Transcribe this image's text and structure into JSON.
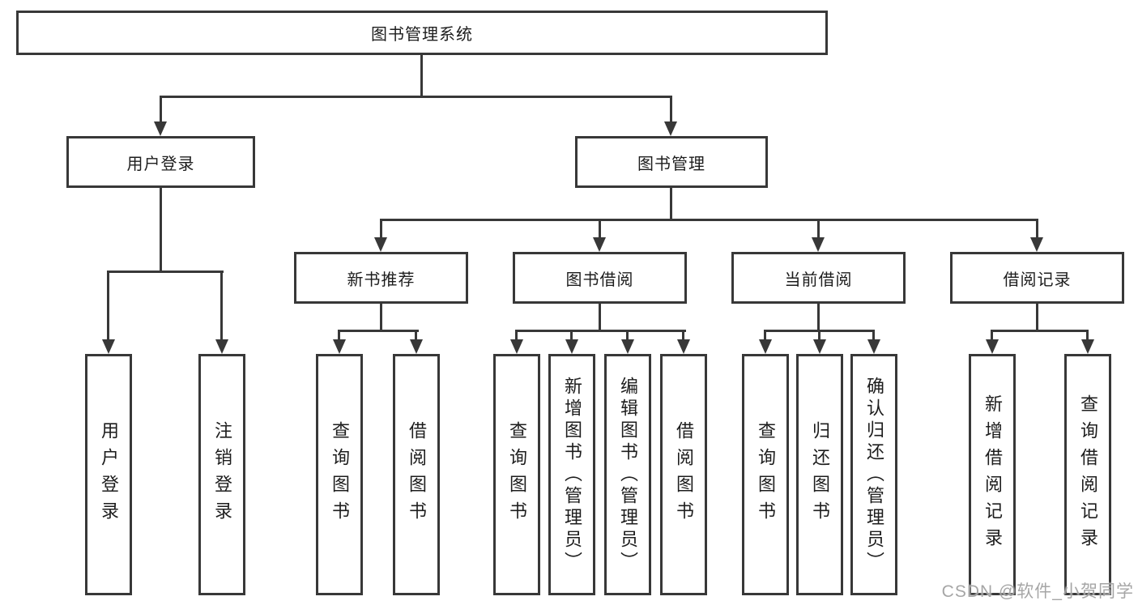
{
  "tree": {
    "root": "图书管理系统",
    "branches": [
      {
        "label": "用户登录",
        "leaves": [
          "用户登录",
          "注销登录"
        ]
      },
      {
        "label": "图书管理",
        "groups": [
          {
            "label": "新书推荐",
            "leaves": [
              "查询图书",
              "借阅图书"
            ]
          },
          {
            "label": "图书借阅",
            "leaves": [
              "查询图书",
              "新增图书（管理员）",
              "编辑图书（管理员）",
              "借阅图书"
            ]
          },
          {
            "label": "当前借阅",
            "leaves": [
              "查询图书",
              "归还图书",
              "确认归还（管理员）"
            ]
          },
          {
            "label": "借阅记录",
            "leaves": [
              "新增借阅记录",
              "查询借阅记录"
            ]
          }
        ]
      }
    ]
  },
  "watermark": "CSDN @软件_小贺同学",
  "colors": {
    "line": "#383838",
    "box_bg": "#ffffff",
    "text": "#1d1d1d",
    "watermark": "#9e9e9e"
  }
}
